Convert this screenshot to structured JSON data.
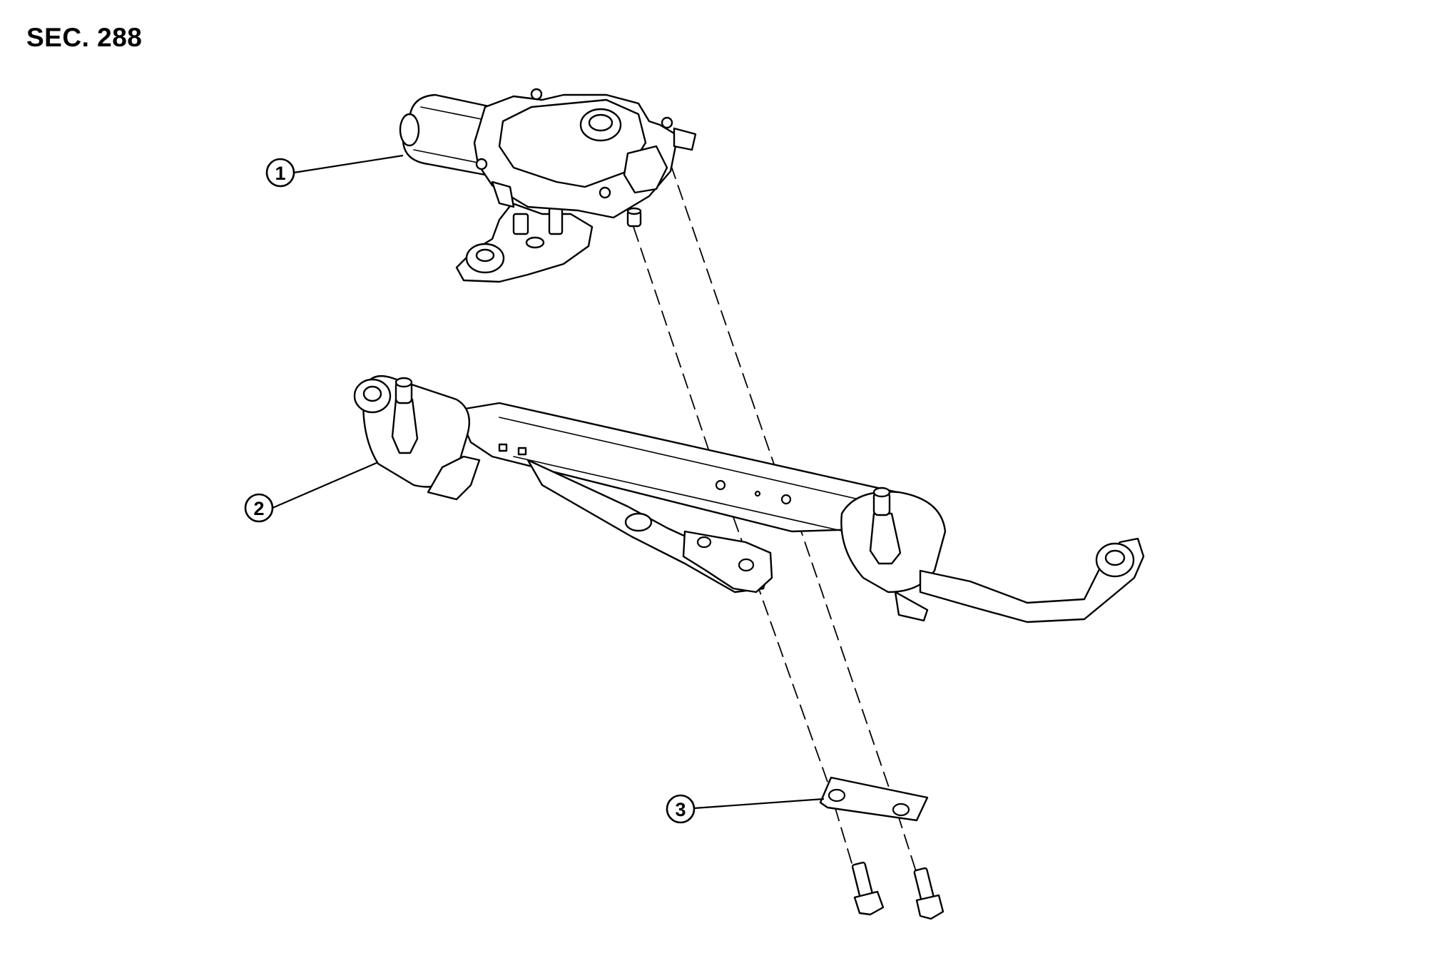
{
  "header": {
    "section": "SEC. 288"
  },
  "callouts": [
    {
      "id": "1",
      "part": "wiper-motor"
    },
    {
      "id": "2",
      "part": "wiper-drive-assembly"
    },
    {
      "id": "3",
      "part": "bracket"
    }
  ]
}
